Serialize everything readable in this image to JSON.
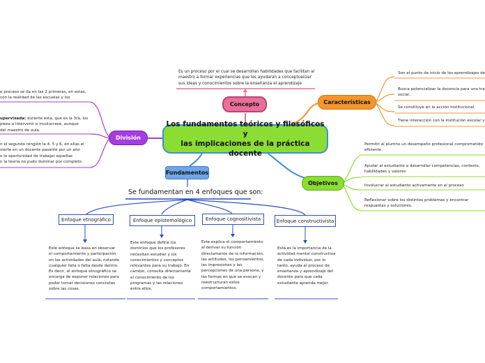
{
  "central": {
    "line1": "Los fundamentos teóricos y filosóficos y",
    "line2": "las implicaciones de la práctica docente"
  },
  "concepto": {
    "label": "Concepto",
    "text": [
      "Es un proceso por el cual se desarrollan habilidades que facilitan al",
      "maestro a formar experiencias que les ayudaran a conceptualizar",
      "sus ideas y conocimientos sobre la enseñanza el aprendizaje"
    ]
  },
  "caracteristicas": {
    "label": "Características",
    "items": [
      [
        "Son el punto de inicio de los aprendizajes de"
      ],
      [
        "Busca potencializar la docencia para una tra",
        "social."
      ],
      [
        "Se constituye en la acción institucional"
      ],
      [
        "Tiene interacción con la institución escolar y"
      ]
    ]
  },
  "objetivos": {
    "label": "Objetivos",
    "items": [
      [
        "Permitir al alumno un desempeño profesional comprometido",
        "eficiente."
      ],
      [
        "Ayudar al estudiante a desarrollar competencias, contexto,",
        "habilidades y valores."
      ],
      [
        "Involucrar al estudiante activamente en el proceso"
      ],
      [
        "Reflexionar sobre los distintos problemas y encontrar",
        "respuestas y soluciones."
      ]
    ]
  },
  "division": {
    "label": "División",
    "item1": [
      "e proceso se da en las 2 primeras, en estas,",
      "con la realidad de las escuelas y los"
    ],
    "item2_bold": "upervisada:",
    "item2_rest": " durante esta, que es la 3ra, los",
    "item2": [
      "pieza a intervenir e involucrase, aunque",
      " del maestro de aula."
    ],
    "item3": [
      "n el segundo renglón la 4, 5 y 6, en ellas el",
      "vierte en un docente pasante por un año",
      "o la oportunidad de trabajar aquellas",
      "n la teoría no pudo dominar por completo."
    ]
  },
  "fundamentos": {
    "label": "Fundamentos",
    "heading": "Se fundamentan en 4 enfoques que son:",
    "enfoques": [
      {
        "title": "Enfoque etnográfico",
        "text": [
          " Este enfoque se basa en observar",
          "el comportamiento y participación",
          "en las actividades del aula, notando",
          "cualquier falla o falta desde dentro.",
          "Es decir, el enfoque etnográfico se",
          "encarga de exponer relaciones para",
          "poder tomar decisiones concretas",
          "sobre las cosas."
        ]
      },
      {
        "title": "Enfoque epistemológico",
        "text": [
          " Este enfoque define los",
          "dominios que los profesores",
          "necesitan estudiar y los",
          "conocimientos y conceptos",
          "relevantes para su trabajo. En",
          "cambio, consulta directamente",
          "el conocimiento de los",
          "programas y las relaciones",
          "entre ellos."
        ]
      },
      {
        "title": "Enfoque cognositivista",
        "text": [
          "Este explica el comportamiento",
          "al derivar su función",
          "directamente de la información,",
          "las actitudes, los pensamientos,",
          "las impresiones y las",
          "percepciones de una persona, y",
          "las formas en que se evocan y",
          "reestructuran estos",
          "comportamientos."
        ]
      },
      {
        "title": "Enfoque constructivista",
        "text": [
          "Esta es la importancia de la",
          "actividad mental constructiva",
          "de cada individuo, por lo",
          "tanto, ayuda al proceso de",
          "enseñanza y aprendizaje del",
          "docente para que cada",
          "estudiante aprenda mejor."
        ]
      }
    ]
  },
  "colors": {
    "central_fill": "#8cdd33",
    "central_border": "#3b8dd9",
    "concepto": "#e9709c",
    "caracteristicas": "#f5962a",
    "objetivos": "#8cdd33",
    "division": "#a33ee0",
    "fundamentos": "#6fa6e6",
    "enfoque_border": "#2a4fbf"
  }
}
